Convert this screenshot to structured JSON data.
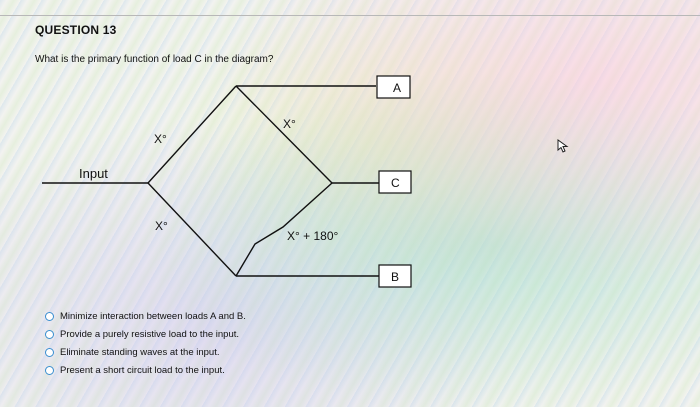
{
  "question": {
    "number": "QUESTION 13",
    "text": "What is the primary function of load C in the diagram?"
  },
  "diagram": {
    "input_label": "Input",
    "upper_left_label": "X°",
    "lower_left_label": "X°",
    "upper_right_label": "X°",
    "lower_right_label": "X° + 180°",
    "load_a": "A",
    "load_b": "B",
    "load_c": "C"
  },
  "answers": [
    {
      "label": "Minimize interaction between loads A and B."
    },
    {
      "label": "Provide a purely resistive load to the input."
    },
    {
      "label": "Eliminate standing waves at the input."
    },
    {
      "label": "Present a short circuit load to the input."
    }
  ],
  "icons": {
    "cursor": "pointer-cursor-icon"
  }
}
